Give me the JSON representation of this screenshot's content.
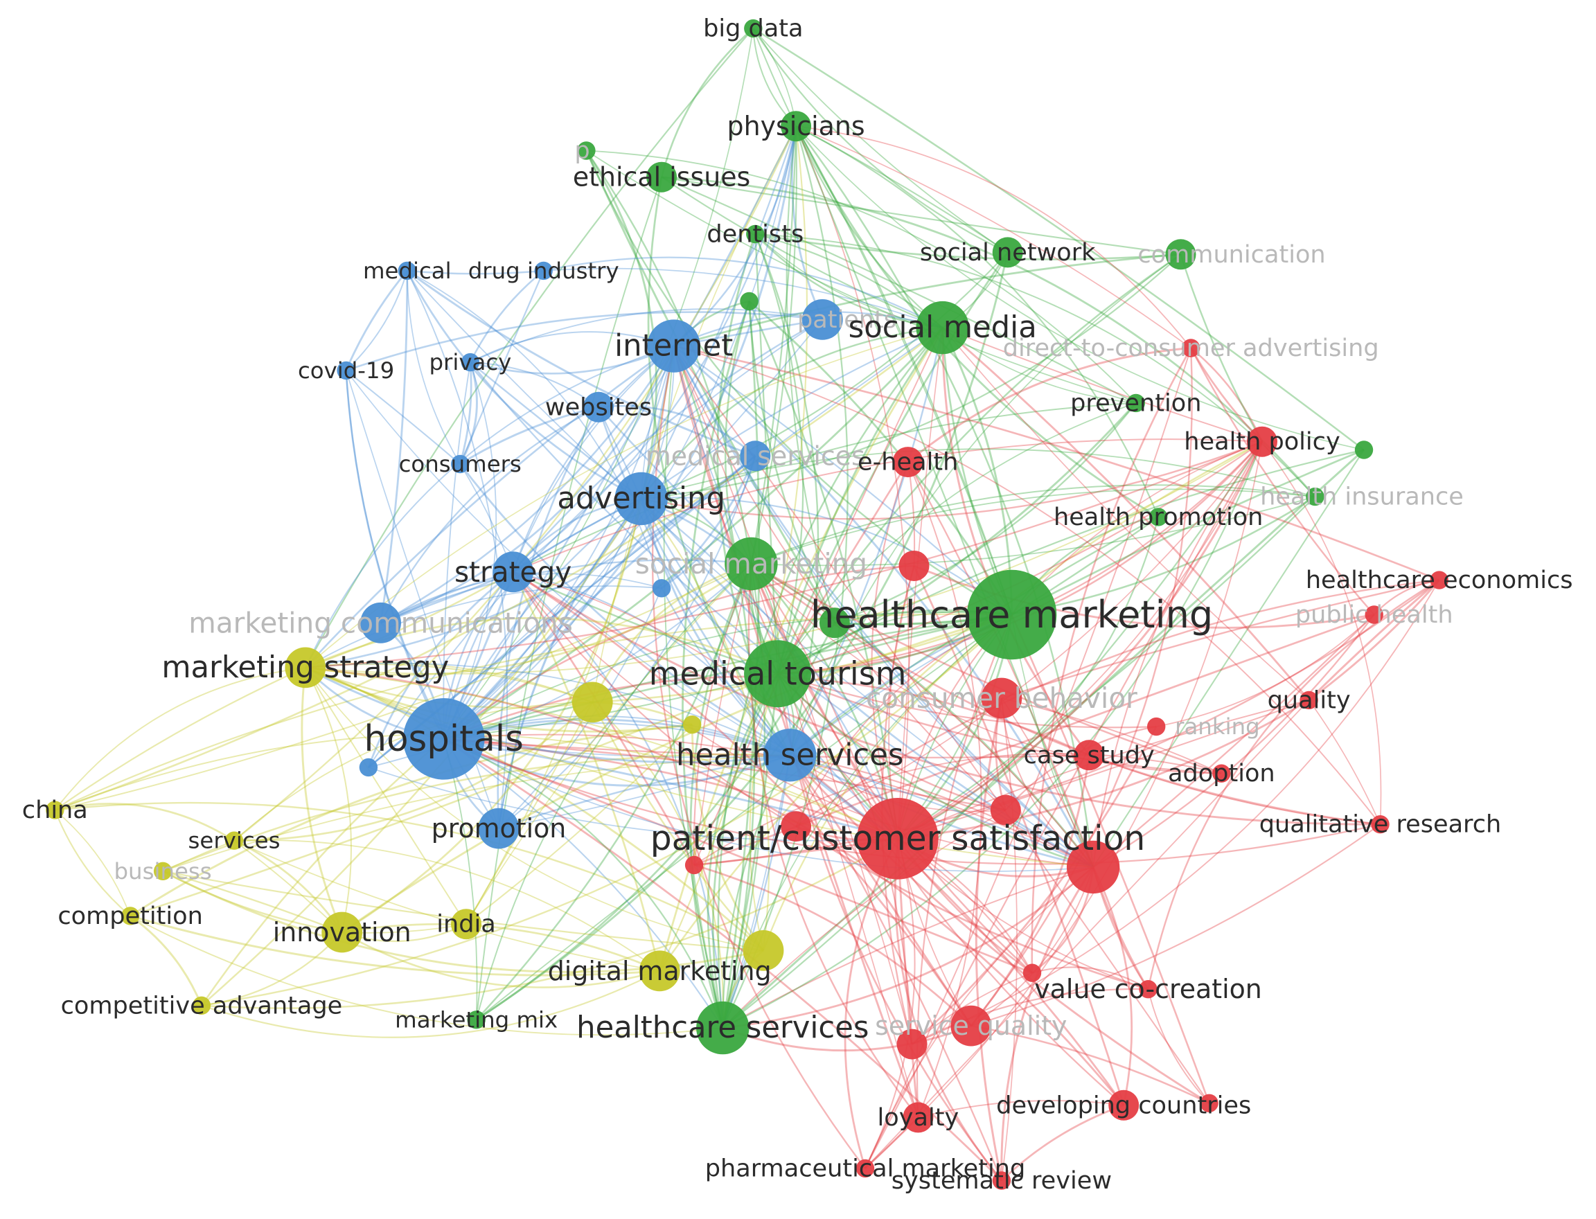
{
  "colors": {
    "red": "#e53e44",
    "green": "#3aa83f",
    "blue": "#4a8fd4",
    "yellow": "#c6c82a",
    "label_dark": "#2b2b2b",
    "label_faded": "#b9b9b9"
  },
  "nodes": [
    {
      "id": "big-data",
      "label": "big data",
      "cluster": "green",
      "weight": 1,
      "faded": false
    },
    {
      "id": "physicians",
      "label": "physicians",
      "cluster": "green",
      "weight": 2,
      "faded": false
    },
    {
      "id": "p-green",
      "label": "p",
      "cluster": "green",
      "weight": 1,
      "faded": true
    },
    {
      "id": "ethical-issues",
      "label": "ethical issues",
      "cluster": "green",
      "weight": 2,
      "faded": false
    },
    {
      "id": "dentists",
      "label": "dentists",
      "cluster": "green",
      "weight": 1,
      "faded": false
    },
    {
      "id": "social-network",
      "label": "social network",
      "cluster": "green",
      "weight": 2,
      "faded": false
    },
    {
      "id": "communication",
      "label": "communication",
      "cluster": "green",
      "weight": 2,
      "faded": true
    },
    {
      "id": "medical",
      "label": "medical",
      "cluster": "blue",
      "weight": 1,
      "faded": false
    },
    {
      "id": "drug-industry",
      "label": "drug industry",
      "cluster": "blue",
      "weight": 1,
      "faded": false
    },
    {
      "id": "unlabeled-green",
      "label": "",
      "cluster": "green",
      "weight": 1,
      "faded": false
    },
    {
      "id": "patients",
      "label": "patients",
      "cluster": "blue",
      "weight": 3,
      "faded": true
    },
    {
      "id": "social-media",
      "label": "social media",
      "cluster": "green",
      "weight": 4,
      "faded": false
    },
    {
      "id": "dtc-advertising",
      "label": "direct-to-consumer advertising",
      "cluster": "red",
      "weight": 1,
      "faded": true
    },
    {
      "id": "internet",
      "label": "internet",
      "cluster": "blue",
      "weight": 4,
      "faded": false
    },
    {
      "id": "covid-19",
      "label": "covid-19",
      "cluster": "blue",
      "weight": 1,
      "faded": false
    },
    {
      "id": "privacy",
      "label": "privacy",
      "cluster": "blue",
      "weight": 1,
      "faded": false
    },
    {
      "id": "websites",
      "label": "websites",
      "cluster": "blue",
      "weight": 2,
      "faded": false
    },
    {
      "id": "prevention",
      "label": "prevention",
      "cluster": "green",
      "weight": 1,
      "faded": false
    },
    {
      "id": "health-policy",
      "label": "health policy",
      "cluster": "red",
      "weight": 2,
      "faded": false
    },
    {
      "id": "consumers",
      "label": "consumers",
      "cluster": "blue",
      "weight": 1,
      "faded": false
    },
    {
      "id": "medical-services",
      "label": "medical services",
      "cluster": "blue",
      "weight": 2,
      "faded": true
    },
    {
      "id": "e-health",
      "label": "e-health",
      "cluster": "red",
      "weight": 2,
      "faded": false
    },
    {
      "id": "green-policy",
      "label": "",
      "cluster": "green",
      "weight": 1,
      "faded": false
    },
    {
      "id": "advertising",
      "label": "advertising",
      "cluster": "blue",
      "weight": 4,
      "faded": false
    },
    {
      "id": "health-insurance",
      "label": "health insurance",
      "cluster": "green",
      "weight": 1,
      "faded": true
    },
    {
      "id": "health-promotion",
      "label": "health promotion",
      "cluster": "green",
      "weight": 1,
      "faded": false
    },
    {
      "id": "strategy",
      "label": "strategy",
      "cluster": "blue",
      "weight": 3,
      "faded": false
    },
    {
      "id": "social-marketing",
      "label": "social marketing",
      "cluster": "green",
      "weight": 4,
      "faded": true
    },
    {
      "id": "red-center",
      "label": "",
      "cluster": "red",
      "weight": 2,
      "faded": false
    },
    {
      "id": "healthcare-economics",
      "label": "healthcare economics",
      "cluster": "red",
      "weight": 1,
      "faded": false
    },
    {
      "id": "healthcare-marketing",
      "label": "healthcare marketing",
      "cluster": "green",
      "weight": 8,
      "faded": false
    },
    {
      "id": "public-health",
      "label": "public health",
      "cluster": "red",
      "weight": 1,
      "faded": true
    },
    {
      "id": "blue-small",
      "label": "",
      "cluster": "blue",
      "weight": 1,
      "faded": false
    },
    {
      "id": "marketing-communications",
      "label": "marketing communications",
      "cluster": "blue",
      "weight": 3,
      "faded": true
    },
    {
      "id": "green-mid",
      "label": "",
      "cluster": "green",
      "weight": 2,
      "faded": false
    },
    {
      "id": "marketing-strategy",
      "label": "marketing strategy",
      "cluster": "yellow",
      "weight": 3,
      "faded": false
    },
    {
      "id": "medical-tourism",
      "label": "medical tourism",
      "cluster": "green",
      "weight": 5,
      "faded": false
    },
    {
      "id": "consumer-behavior",
      "label": "consumer behavior",
      "cluster": "red",
      "weight": 3,
      "faded": true
    },
    {
      "id": "quality",
      "label": "quality",
      "cluster": "red",
      "weight": 1,
      "faded": false
    },
    {
      "id": "yellow-center",
      "label": "",
      "cluster": "yellow",
      "weight": 3,
      "faded": false
    },
    {
      "id": "ranking",
      "label": "ranking",
      "cluster": "red",
      "weight": 1,
      "faded": true
    },
    {
      "id": "hospitals",
      "label": "hospitals",
      "cluster": "blue",
      "weight": 6,
      "faded": false
    },
    {
      "id": "yellow-small",
      "label": "",
      "cluster": "yellow",
      "weight": 1,
      "faded": false
    },
    {
      "id": "health-services",
      "label": "health services",
      "cluster": "blue",
      "weight": 4,
      "faded": false
    },
    {
      "id": "case-study",
      "label": "case study",
      "cluster": "red",
      "weight": 2,
      "faded": false
    },
    {
      "id": "adoption",
      "label": "adoption",
      "cluster": "red",
      "weight": 1,
      "faded": false
    },
    {
      "id": "blue-left",
      "label": "",
      "cluster": "blue",
      "weight": 1,
      "faded": false
    },
    {
      "id": "china",
      "label": "china",
      "cluster": "yellow",
      "weight": 1,
      "faded": false
    },
    {
      "id": "red-mid",
      "label": "",
      "cluster": "red",
      "weight": 2,
      "faded": false
    },
    {
      "id": "services",
      "label": "services",
      "cluster": "yellow",
      "weight": 1,
      "faded": false
    },
    {
      "id": "promotion",
      "label": "promotion",
      "cluster": "blue",
      "weight": 3,
      "faded": false
    },
    {
      "id": "red-small",
      "label": "",
      "cluster": "red",
      "weight": 2,
      "faded": false
    },
    {
      "id": "patient-satisfaction",
      "label": "patient/customer satisfaction",
      "cluster": "red",
      "weight": 7,
      "faded": false
    },
    {
      "id": "qualitative-research",
      "label": "qualitative research",
      "cluster": "red",
      "weight": 1,
      "faded": false
    },
    {
      "id": "business",
      "label": "business",
      "cluster": "yellow",
      "weight": 1,
      "faded": true
    },
    {
      "id": "red-left",
      "label": "",
      "cluster": "red",
      "weight": 1,
      "faded": false
    },
    {
      "id": "red-large",
      "label": "",
      "cluster": "red",
      "weight": 4,
      "faded": false
    },
    {
      "id": "competition",
      "label": "competition",
      "cluster": "yellow",
      "weight": 1,
      "faded": false
    },
    {
      "id": "innovation",
      "label": "innovation",
      "cluster": "yellow",
      "weight": 3,
      "faded": false
    },
    {
      "id": "india",
      "label": "india",
      "cluster": "yellow",
      "weight": 2,
      "faded": false
    },
    {
      "id": "digital-marketing",
      "label": "digital marketing",
      "cluster": "yellow",
      "weight": 3,
      "faded": false
    },
    {
      "id": "yellow-dm",
      "label": "",
      "cluster": "yellow",
      "weight": 3,
      "faded": false
    },
    {
      "id": "red-vc",
      "label": "",
      "cluster": "red",
      "weight": 1,
      "faded": false
    },
    {
      "id": "value-co-creation",
      "label": "value co-creation",
      "cluster": "red",
      "weight": 1,
      "faded": false
    },
    {
      "id": "competitive-advantage",
      "label": "competitive advantage",
      "cluster": "yellow",
      "weight": 1,
      "faded": false
    },
    {
      "id": "marketing-mix",
      "label": "marketing mix",
      "cluster": "green",
      "weight": 1,
      "faded": false
    },
    {
      "id": "healthcare-services",
      "label": "healthcare services",
      "cluster": "green",
      "weight": 4,
      "faded": false
    },
    {
      "id": "red-sq",
      "label": "",
      "cluster": "red",
      "weight": 2,
      "faded": false
    },
    {
      "id": "service-quality",
      "label": "service quality",
      "cluster": "red",
      "weight": 3,
      "faded": true
    },
    {
      "id": "developing-countries",
      "label": "developing countries",
      "cluster": "red",
      "weight": 2,
      "faded": false
    },
    {
      "id": "red-dc",
      "label": "",
      "cluster": "red",
      "weight": 1,
      "faded": false
    },
    {
      "id": "loyalty",
      "label": "loyalty",
      "cluster": "red",
      "weight": 2,
      "faded": false
    },
    {
      "id": "pharmaceutical-marketing",
      "label": "pharmaceutical marketing",
      "cluster": "red",
      "weight": 1,
      "faded": false
    },
    {
      "id": "systematic-review",
      "label": "systematic review",
      "cluster": "red",
      "weight": 1,
      "faded": false
    }
  ]
}
